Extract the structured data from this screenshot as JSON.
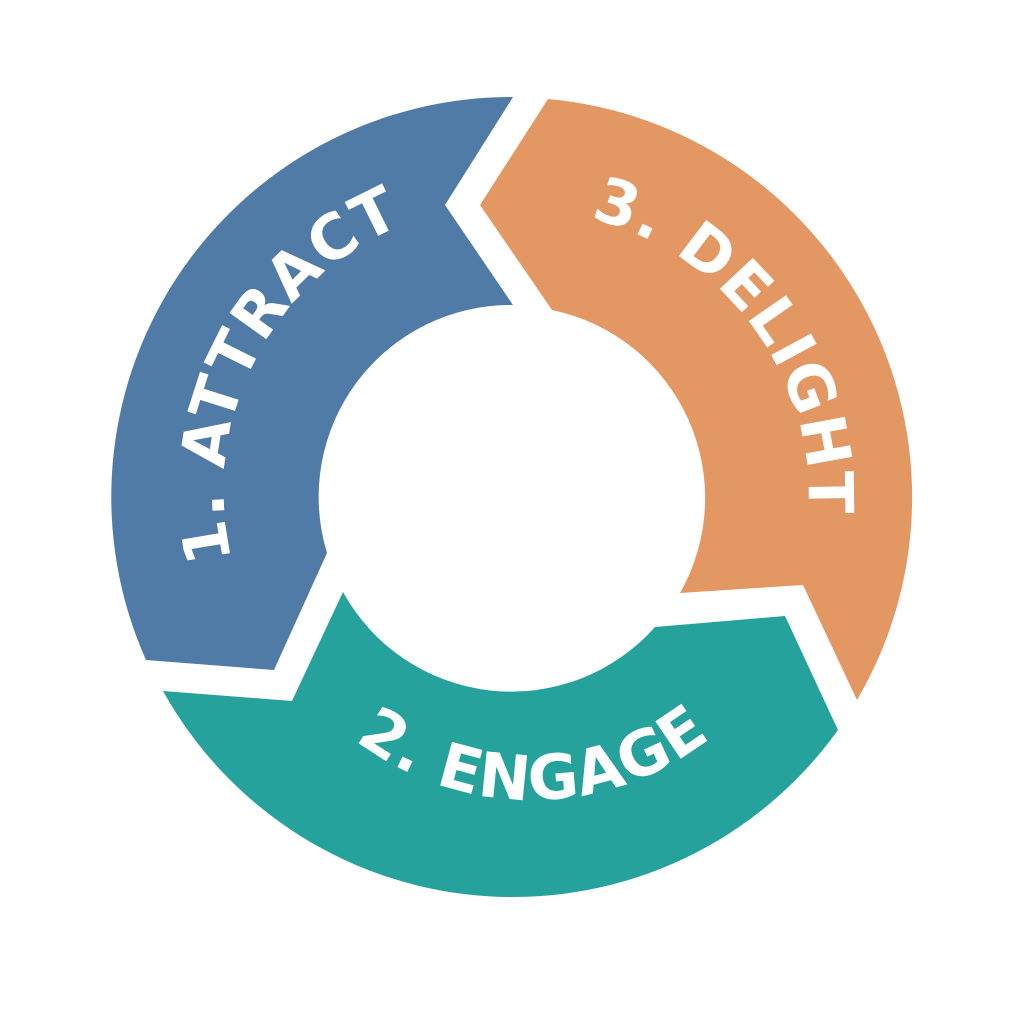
{
  "diagram": {
    "type": "cycle",
    "segments": [
      {
        "label": "1. ATTRACT",
        "color": "#507BA6"
      },
      {
        "label": "2. ENGAGE",
        "color": "#26A29D"
      },
      {
        "label": "3. DELIGHT",
        "color": "#E39763"
      }
    ],
    "background": "#FFFFFF",
    "text_color": "#FFFFFF"
  }
}
